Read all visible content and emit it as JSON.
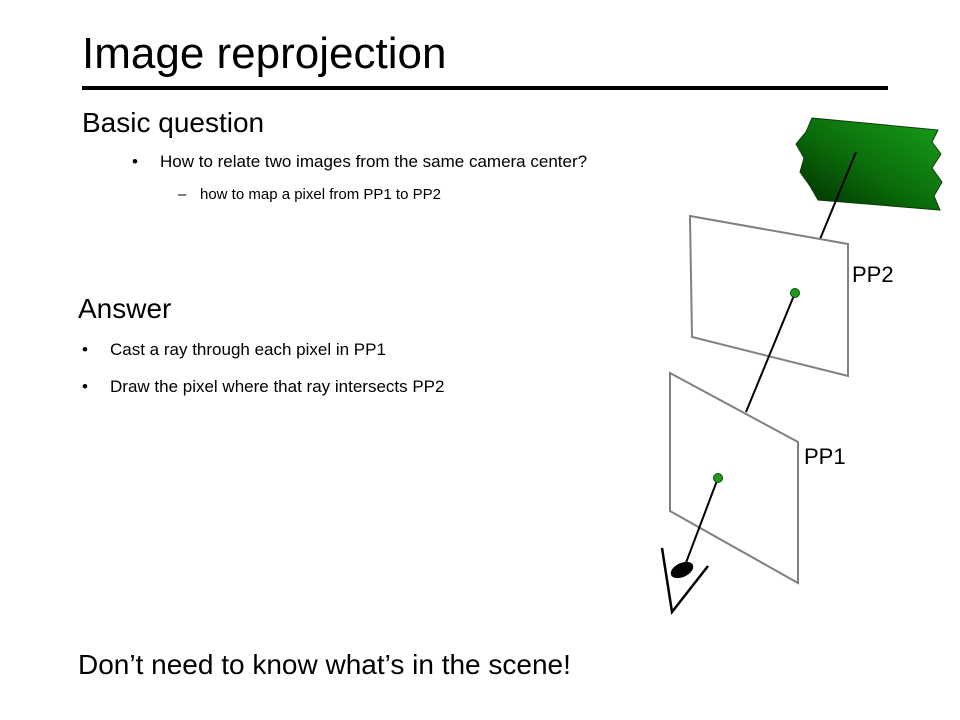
{
  "slide": {
    "title": "Image reprojection",
    "basic_question": {
      "heading": "Basic question",
      "bullet": "How to relate two images from the same camera center?",
      "sub_bullet": "how to map a pixel from PP1 to PP2",
      "bullet_mark": "•",
      "dash_mark": "–"
    },
    "answer": {
      "heading": "Answer",
      "bullets": [
        "Cast a ray through each pixel in PP1",
        "Draw the pixel where that ray intersects PP2"
      ]
    },
    "diagram": {
      "plane_labels": [
        "PP2",
        "PP1"
      ],
      "scene_color": "#0a7a0a",
      "pixel_color": "#1f9a1f"
    },
    "footer": "Don’t need to know what’s in the scene!"
  }
}
